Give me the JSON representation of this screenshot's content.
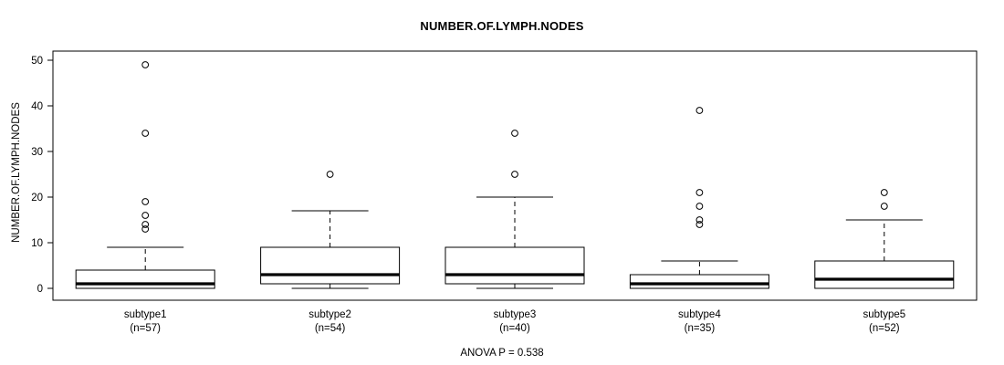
{
  "chart_data": {
    "type": "box",
    "title": "NUMBER.OF.LYMPH.NODES",
    "xlabel": "",
    "ylabel": "NUMBER.OF.LYMPH.NODES",
    "ylim": [
      0,
      51
    ],
    "yticks": [
      0,
      10,
      20,
      30,
      40,
      50
    ],
    "ytick_labels": [
      "0",
      "10",
      "20",
      "30",
      "40",
      "50"
    ],
    "grid": false,
    "legend": "none",
    "annotation": "ANOVA P = 0.538",
    "categories": [
      "subtype1",
      "subtype2",
      "subtype3",
      "subtype4",
      "subtype5"
    ],
    "category_counts": [
      "(n=57)",
      "(n=54)",
      "(n=40)",
      "(n=35)",
      "(n=52)"
    ],
    "boxes": [
      {
        "category": "subtype1",
        "n": 57,
        "whisker_low": 0,
        "q1": 0,
        "median": 1,
        "q3": 4,
        "whisker_high": 9,
        "outliers": [
          49,
          34,
          19,
          16,
          14,
          13
        ]
      },
      {
        "category": "subtype2",
        "n": 54,
        "whisker_low": 0,
        "q1": 1,
        "median": 3,
        "q3": 9,
        "whisker_high": 17,
        "outliers": [
          25
        ]
      },
      {
        "category": "subtype3",
        "n": 40,
        "whisker_low": 0,
        "q1": 1,
        "median": 3,
        "q3": 9,
        "whisker_high": 20,
        "outliers": [
          34,
          25
        ]
      },
      {
        "category": "subtype4",
        "n": 35,
        "whisker_low": 0,
        "q1": 0,
        "median": 1,
        "q3": 3,
        "whisker_high": 6,
        "outliers": [
          39,
          21,
          18,
          15,
          14
        ]
      },
      {
        "category": "subtype5",
        "n": 52,
        "whisker_low": 0,
        "q1": 0,
        "median": 2,
        "q3": 6,
        "whisker_high": 15,
        "outliers": [
          21,
          18
        ]
      }
    ]
  },
  "colors": {
    "line": "#000000",
    "background": "#ffffff",
    "text": "#000000"
  }
}
